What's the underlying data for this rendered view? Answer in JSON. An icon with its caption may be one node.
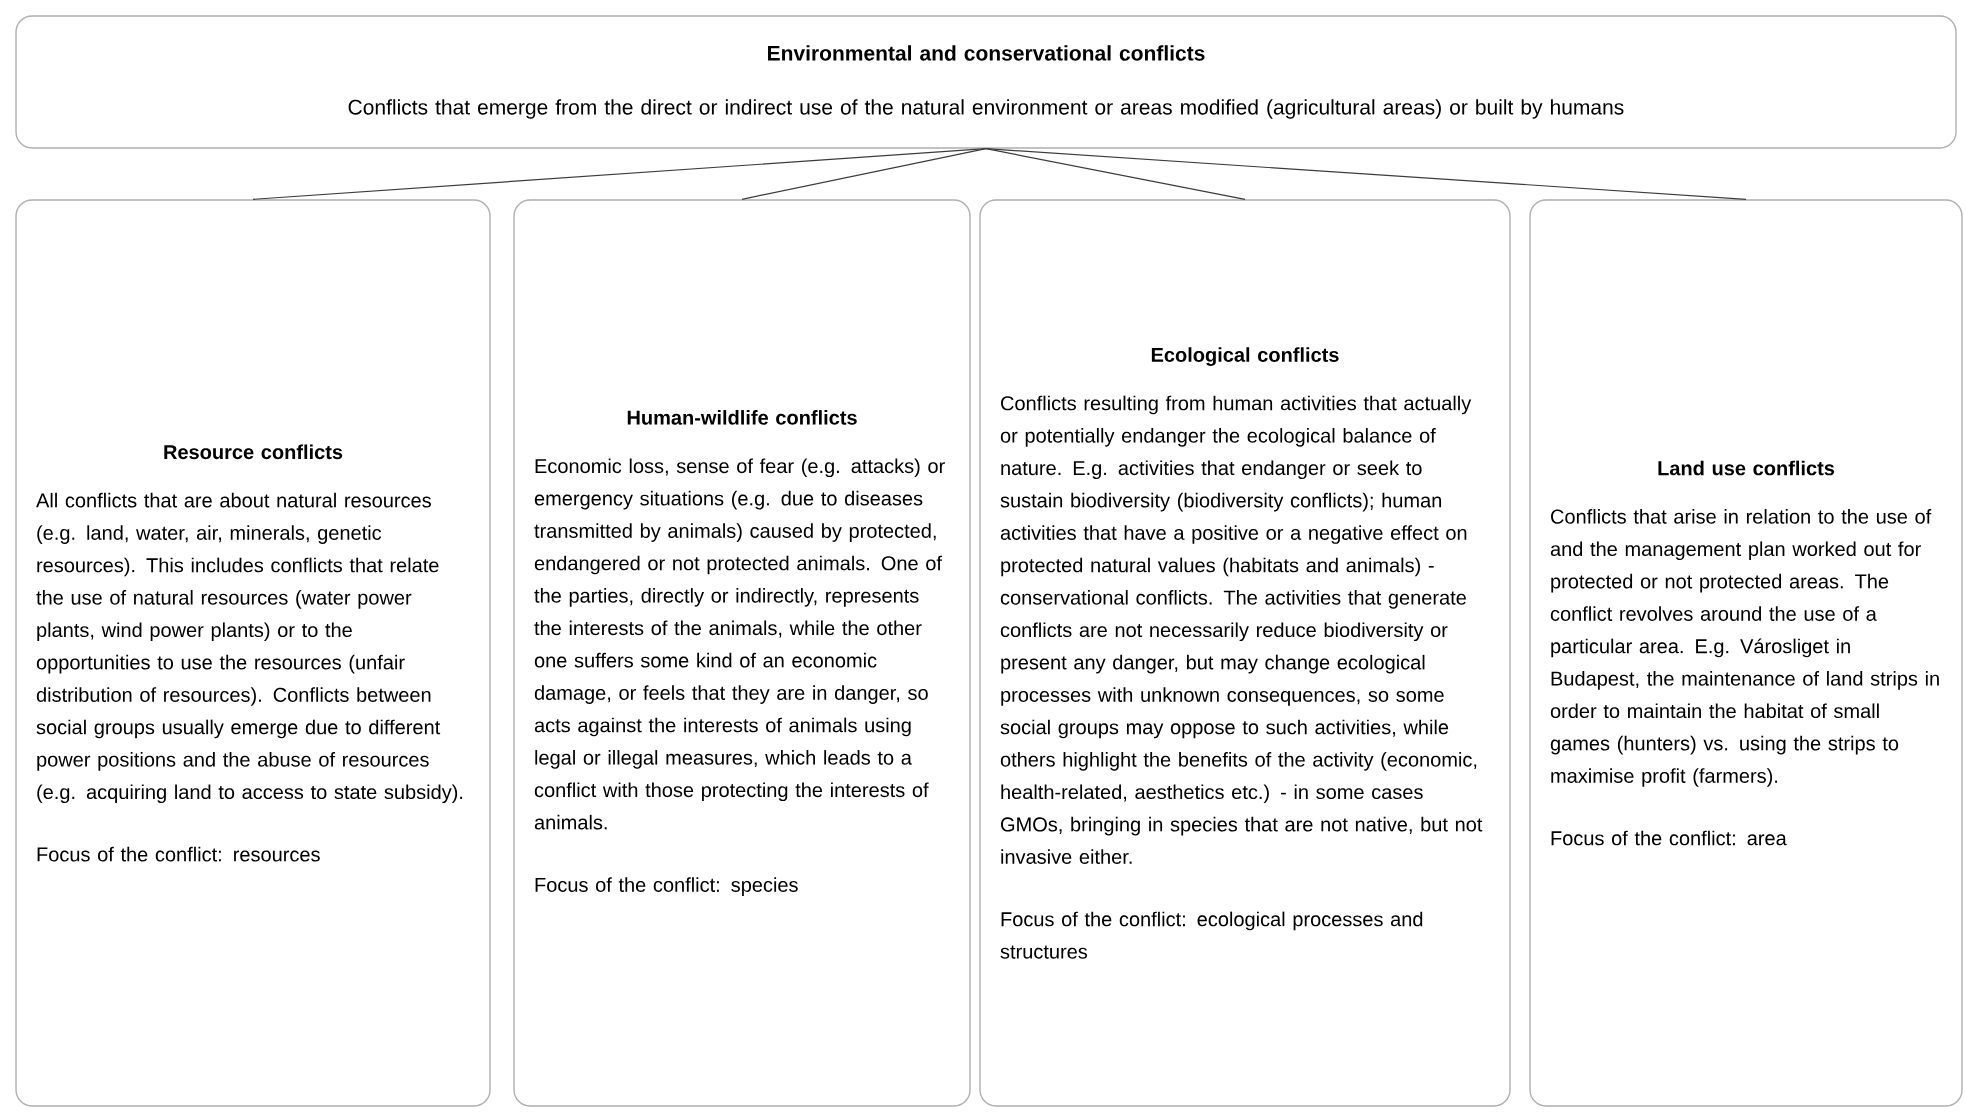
{
  "diagram": {
    "nodes": [
      {
        "text": [
          "Environmental and conservational conflicts",
          "Conflicts that emerge from the direct or indirect use of the natural environment or areas modified (agricultural areas) or built by humans"
        ]
      },
      {
        "text": [
          "Resource conflicts",
          "All conflicts that are about natural resources (e.g. land, water, air, minerals, genetic resources). This includes conflicts that relate the use of natural resources (water power plants, wind power plants) or to the opportunities to use the resources (unfair distribution of resources). Conflicts between social groups usually emerge due to different power positions and the abuse of resources (e.g. acquiring land to access to state subsidy).",
          "Focus of the conflict: resources"
        ]
      },
      {
        "text": [
          "Human-wildlife conflicts",
          "Economic loss, sense of fear (e.g. attacks) or emergency situations (e.g. due to diseases transmitted by animals) caused by protected, endangered or not protected animals. One of the parties, directly or indirectly, represents the interests of the animals, while the other one suffers some kind of an economic damage, or feels that they are in danger, so acts against the interests of animals using legal or illegal measures, which leads to a conflict with those protecting the interests of animals.",
          "Focus of the conflict: species"
        ]
      },
      {
        "text": [
          "Ecological conflicts",
          "Conflicts resulting from human activities that actually or potentially endanger the ecological balance of nature. E.g. activities that endanger or seek to sustain biodiversity (biodiversity conflicts); human activities that have a positive or a negative effect on protected natural values (habitats and animals) - conservational conflicts. The activities that generate conflicts are not necessarily reduce biodiversity or present any danger, but may change ecological processes with unknown consequences, so some social groups may oppose to such activities, while others highlight the benefits of the activity (economic, health-related, aesthetics etc.) - in some cases GMOs, bringing in species that are not native, but not invasive either.",
          "Focus of the conflict: ecological processes and structures"
        ]
      },
      {
        "text": [
          "Land use conflicts",
          "Conflicts that arise in relation to the use of and the management plan worked out for protected or not protected areas. The conflict revolves around the use of a particular area. E.g. Városliget in Budapest, the maintenance of land strips in order to maintain the habitat of small games (hunters) vs. using the strips to maximise profit (farmers).",
          "Focus of the conflict: area"
        ]
      }
    ],
    "edges": [
      {
        "from": 0,
        "to": 1,
        "arrow": "none"
      },
      {
        "from": 0,
        "to": 2,
        "arrow": "none"
      },
      {
        "from": 0,
        "to": 3,
        "arrow": "none"
      },
      {
        "from": 0,
        "to": 4,
        "arrow": "none"
      }
    ]
  }
}
